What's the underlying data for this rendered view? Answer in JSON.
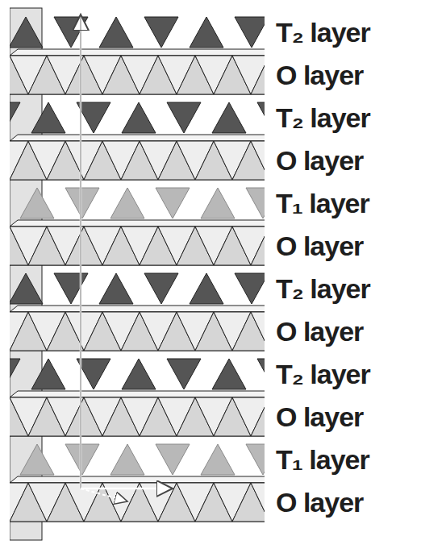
{
  "diagram": {
    "labels": [
      "T₂ layer",
      "O layer",
      "T₂ layer",
      "O layer",
      "T₁ layer",
      "O layer",
      "T₂ layer",
      "O layer",
      "T₂ layer",
      "O layer",
      "T₁ layer",
      "O layer"
    ]
  }
}
